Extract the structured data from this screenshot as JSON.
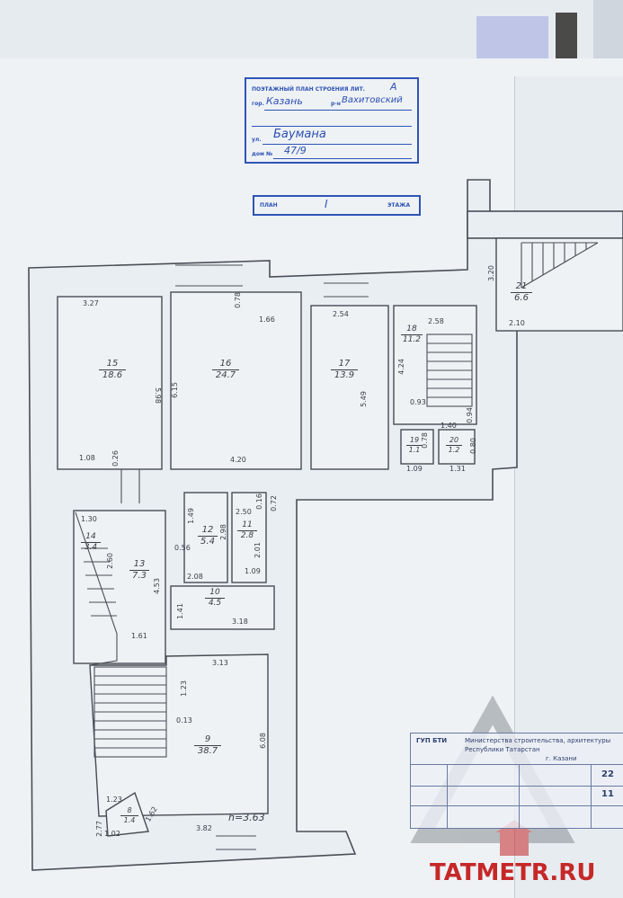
{
  "stamp": {
    "title": "ПОЭТАЖНЫЙ ПЛАН СТРОЕНИЯ ЛИТ.",
    "liter": "А",
    "city_label": "гор.",
    "city": "Казань",
    "district_label": "р-н",
    "district": "Вахитовский",
    "street_label": "ул.",
    "street": "Баумана",
    "house_label": "дом №",
    "house": "47/9",
    "floor_label": "ПЛАН",
    "floor": "I",
    "floor_suffix": "ЭТАЖА"
  },
  "rooms": [
    {
      "n": "15",
      "area": "18.6"
    },
    {
      "n": "16",
      "area": "24.7"
    },
    {
      "n": "17",
      "area": "13.9"
    },
    {
      "n": "18",
      "area": "11.2"
    },
    {
      "n": "19",
      "area": "1.1"
    },
    {
      "n": "20",
      "area": "1.2"
    },
    {
      "n": "21",
      "area": "6.6"
    },
    {
      "n": "14",
      "area": "3.4"
    },
    {
      "n": "13",
      "area": "7.3"
    },
    {
      "n": "12",
      "area": "5.4"
    },
    {
      "n": "11",
      "area": "2.8"
    },
    {
      "n": "10",
      "area": "4.5"
    },
    {
      "n": "9",
      "area": "38.7"
    },
    {
      "n": "8",
      "area": "1.4"
    }
  ],
  "dims": {
    "d327": "3.27",
    "d598": "5.98",
    "d108": "1.08",
    "d026": "0.26",
    "d078": "0.78",
    "d166": "1.66",
    "d615": "6.15",
    "d420": "4.20",
    "d254": "2.54",
    "d549": "5.49",
    "d258": "2.58",
    "d424": "4.24",
    "d093": "0.93",
    "d140": "1.40",
    "d094": "0.94",
    "d078b": "0.78",
    "d080": "0.80",
    "d109": "1.09",
    "d131": "1.31",
    "d320": "3.20",
    "d210": "2.10",
    "d130": "1.30",
    "d260": "2.60",
    "d453": "4.53",
    "d161": "1.61",
    "d149": "1.49",
    "d056": "0.56",
    "d298": "2.98",
    "d208": "2.08",
    "d250": "2.50",
    "d016": "0.16",
    "d072": "0.72",
    "d201": "2.01",
    "d109b": "1.09",
    "d141": "1.41",
    "d318": "3.18",
    "d313": "3.13",
    "d123": "1.23",
    "d013": "0.13",
    "d608": "6.08",
    "d382": "3.82",
    "d277": "2.77",
    "d123b": "1.23",
    "d162": "1.62",
    "d102": "1.02",
    "height": "h=3.63"
  },
  "title_block": {
    "org": "ГУП БТИ",
    "line2": "Министерства строительства, архитектуры",
    "line3": "Республики Татарстан",
    "city": "г. Казани",
    "cell_a": "22",
    "cell_b": "11"
  },
  "watermark": {
    "text": "TATMETR.RU",
    "color": "#c62828"
  },
  "colors": {
    "stamp_blue": "#2f54b5",
    "line": "#474c54"
  }
}
